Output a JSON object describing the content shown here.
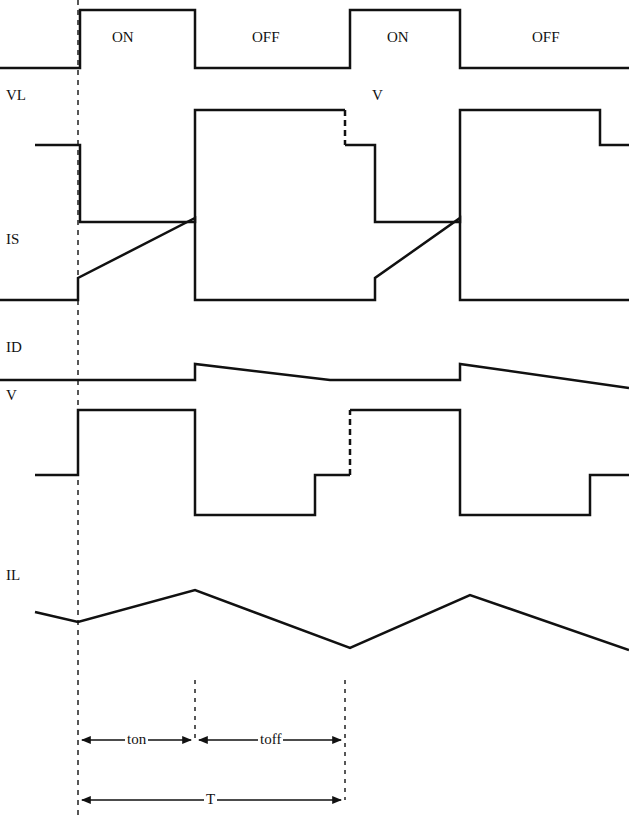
{
  "diagram": {
    "labels": [
      "ON",
      "OFF",
      "ON",
      "OFF",
      "VL",
      "V",
      "IS",
      "ID",
      "V",
      "IL",
      "ton",
      "toff",
      "T"
    ]
  }
}
